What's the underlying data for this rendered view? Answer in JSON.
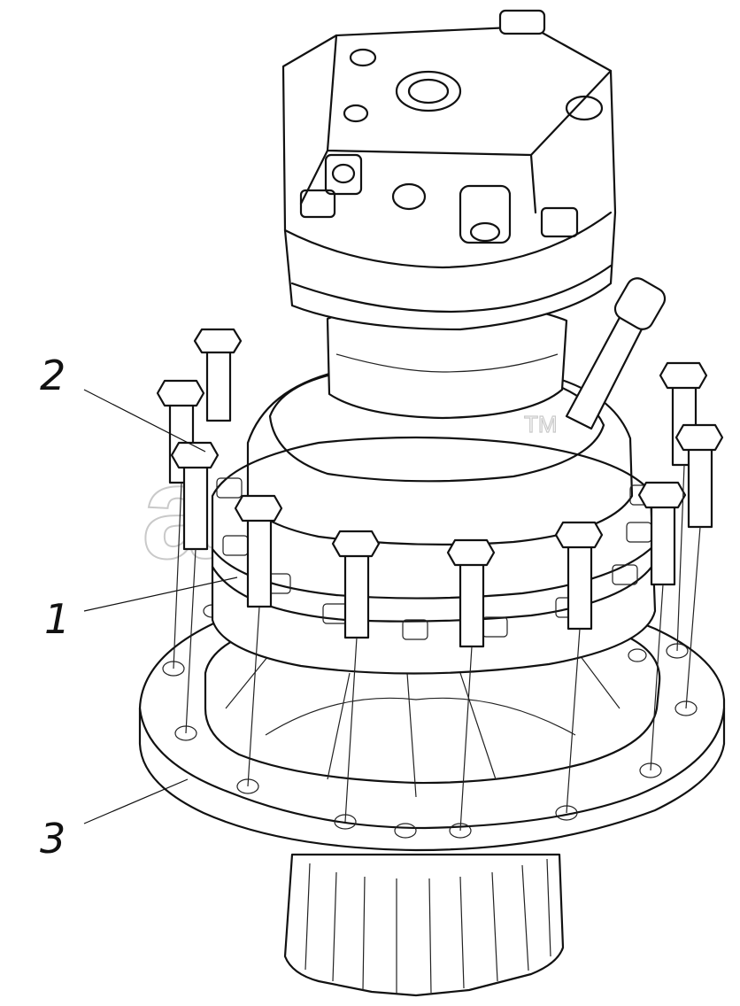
{
  "callouts": [
    {
      "id": "1",
      "label": "1"
    },
    {
      "id": "2",
      "label": "2"
    },
    {
      "id": "3",
      "label": "3"
    }
  ],
  "watermark": {
    "text": "ard",
    "tm": "TM"
  }
}
